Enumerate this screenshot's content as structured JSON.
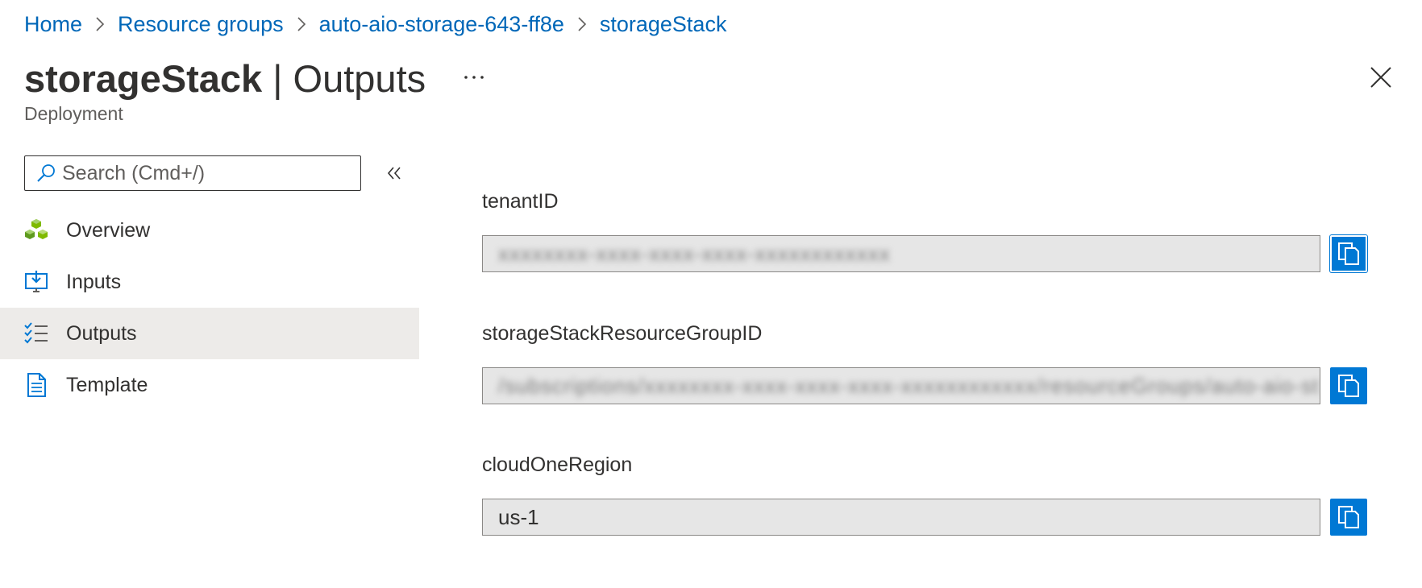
{
  "breadcrumb": {
    "items": [
      {
        "label": "Home"
      },
      {
        "label": "Resource groups"
      },
      {
        "label": "auto-aio-storage-643-ff8e"
      },
      {
        "label": "storageStack"
      }
    ]
  },
  "header": {
    "name": "storageStack",
    "separator": " | ",
    "section": "Outputs",
    "subtitle": "Deployment",
    "more_icon": "ellipsis-icon",
    "close_icon": "close-icon"
  },
  "search": {
    "placeholder": "Search (Cmd+/)",
    "value": ""
  },
  "sidebar": {
    "items": [
      {
        "label": "Overview",
        "icon": "cubes-icon",
        "selected": false
      },
      {
        "label": "Inputs",
        "icon": "inputs-download-icon",
        "selected": false
      },
      {
        "label": "Outputs",
        "icon": "checklist-icon",
        "selected": true
      },
      {
        "label": "Template",
        "icon": "document-icon",
        "selected": false
      }
    ]
  },
  "outputs": [
    {
      "label": "tenantID",
      "value": "xxxxxxxx-xxxx-xxxx-xxxx-xxxxxxxxxxxx",
      "blurred": true
    },
    {
      "label": "storageStackResourceGroupID",
      "value": "/subscriptions/xxxxxxxx-xxxx-xxxx-xxxx-xxxxxxxxxxxx/resourceGroups/auto-aio-st",
      "blurred": true
    },
    {
      "label": "cloudOneRegion",
      "value": "us-1",
      "blurred": false
    }
  ],
  "colors": {
    "link": "#0067b8",
    "accent": "#0078d4",
    "selected_bg": "#edebe9",
    "field_bg": "#e6e6e6"
  }
}
